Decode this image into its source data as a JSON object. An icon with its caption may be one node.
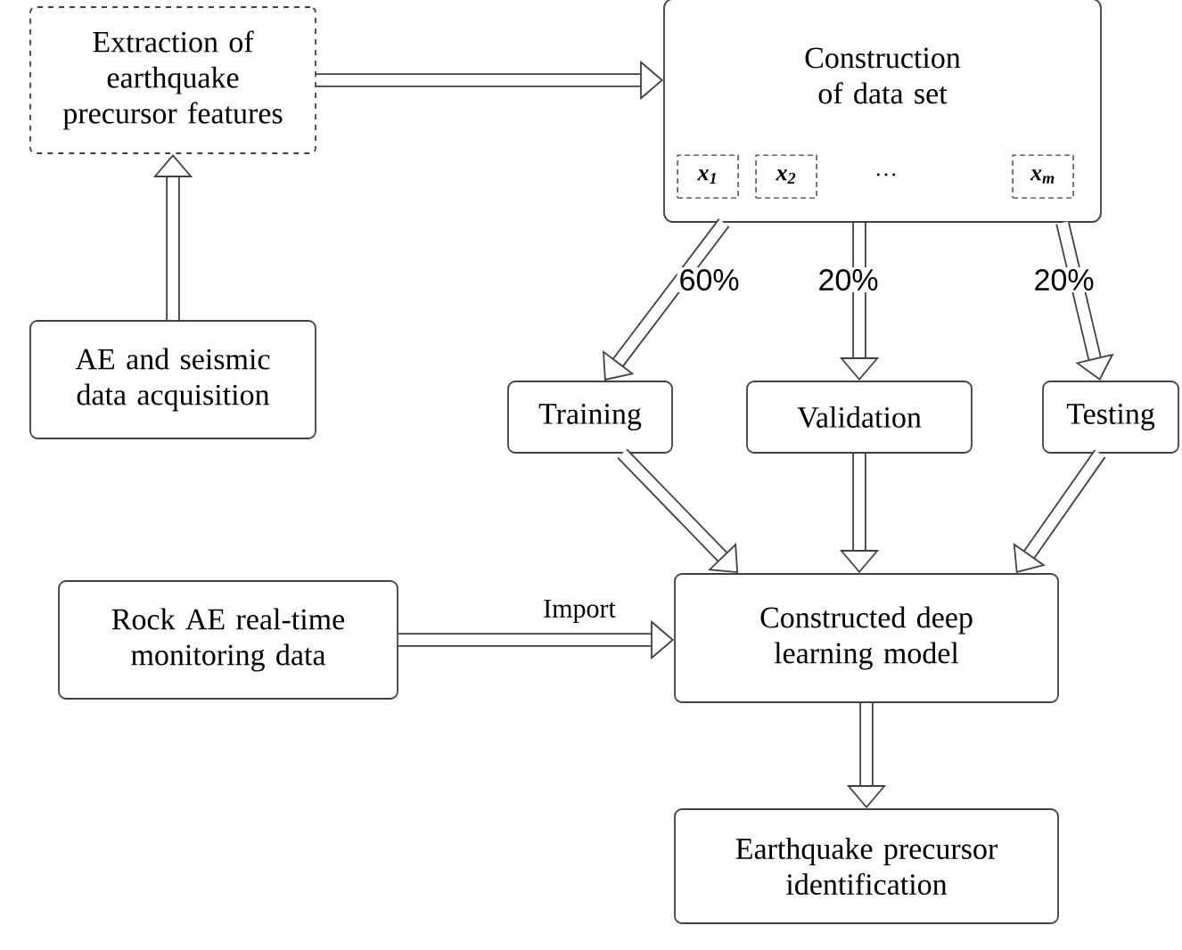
{
  "diagram": {
    "nodes": [
      {
        "text": [
          "Extraction of earthquake precursor features"
        ]
      },
      {
        "text": [
          "Construction of data set"
        ]
      },
      {
        "text": [
          "**x**$_{1}$"
        ],
        "in": 1
      },
      {
        "text": [
          "**x**$_{2}$"
        ],
        "in": 1
      },
      {
        "text": [
          "**x**$_{m}$"
        ],
        "in": 1
      },
      {
        "text": [
          "AE and seismic data acquisition"
        ]
      },
      {
        "text": [
          "Training"
        ]
      },
      {
        "text": [
          "Validation"
        ]
      },
      {
        "text": [
          "Testing"
        ]
      },
      {
        "text": [
          "Rock AE real-time monitoring data"
        ]
      },
      {
        "text": [
          "Constructed deep learning model"
        ]
      },
      {
        "text": [
          "Earthquake precursor identification"
        ]
      }
    ],
    "edges": [
      {
        "from": 5,
        "to": 0,
        "arrow": "to"
      },
      {
        "from": 0,
        "to": 1,
        "arrow": "to"
      },
      {
        "from": 1,
        "to": 6,
        "arrow": "to",
        "label": "60%"
      },
      {
        "from": 1,
        "to": 7,
        "arrow": "to",
        "label": "20%"
      },
      {
        "from": 1,
        "to": 8,
        "arrow": "to",
        "label": "20%"
      },
      {
        "from": 6,
        "to": 10,
        "arrow": "to"
      },
      {
        "from": 7,
        "to": 10,
        "arrow": "to"
      },
      {
        "from": 8,
        "to": 10,
        "arrow": "to"
      },
      {
        "from": 9,
        "to": 10,
        "arrow": "to",
        "label": "Import"
      },
      {
        "from": 10,
        "to": 11,
        "arrow": "to"
      }
    ],
    "labels": [
      "…"
    ]
  }
}
